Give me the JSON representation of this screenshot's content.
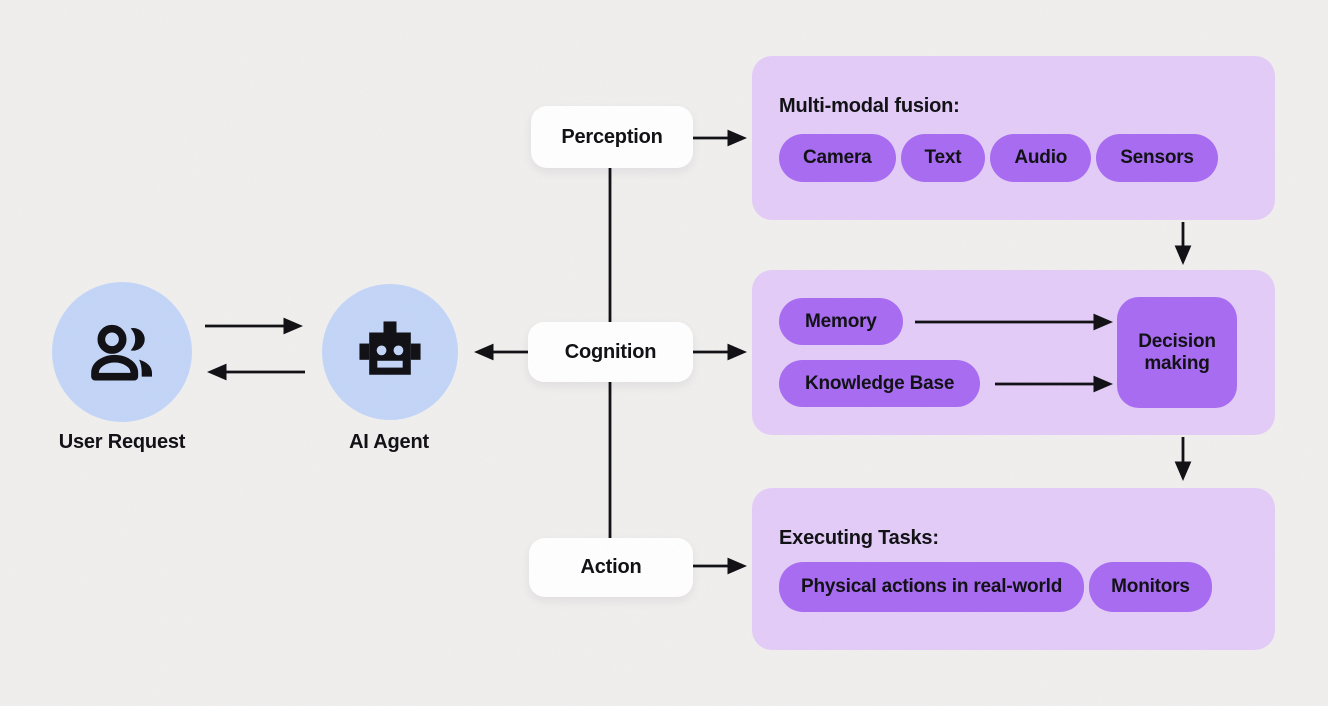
{
  "colors": {
    "background": "#f0efee",
    "panel_fill": "#e3ccf8",
    "pill_fill": "#a76af2",
    "actor_circle_fill": "#c3d5f8",
    "stage_node_fill": "#ffffff",
    "ink": "#0d0d12"
  },
  "actors": {
    "user": {
      "label": "User Request",
      "icon": "people-icon"
    },
    "agent": {
      "label": "AI Agent",
      "icon": "robot-icon"
    }
  },
  "stages": {
    "perception": {
      "label": "Perception"
    },
    "cognition": {
      "label": "Cognition"
    },
    "action": {
      "label": "Action"
    }
  },
  "panels": {
    "perception": {
      "heading": "Multi-modal fusion:",
      "pills": [
        "Camera",
        "Text",
        "Audio",
        "Sensors"
      ]
    },
    "cognition": {
      "pills": [
        "Memory",
        "Knowledge Base"
      ],
      "decision_label": "Decision making"
    },
    "action": {
      "heading": "Executing Tasks:",
      "pills": [
        "Physical actions in real-world",
        "Monitors"
      ]
    }
  }
}
